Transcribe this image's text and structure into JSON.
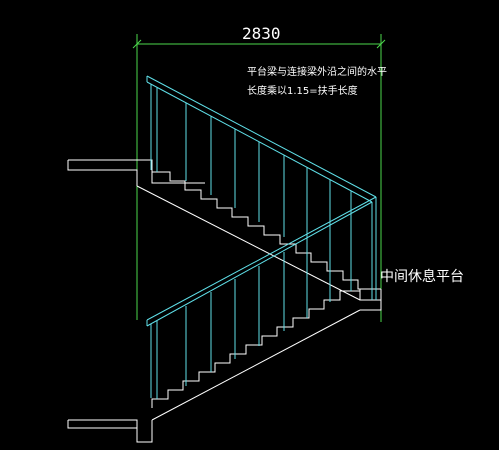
{
  "drawing": {
    "dimension_value": "2830",
    "note_line1": "平台梁与连接梁外沿之间的水平",
    "note_line2": "长度乘以1.15=扶手长度",
    "landing_label": "中间休息平台"
  },
  "colors": {
    "background": "#000000",
    "stair_outline": "#ffffff",
    "railing": "#5fdfe8",
    "dimension_line": "#4cd94c",
    "text": "#ffffff"
  }
}
